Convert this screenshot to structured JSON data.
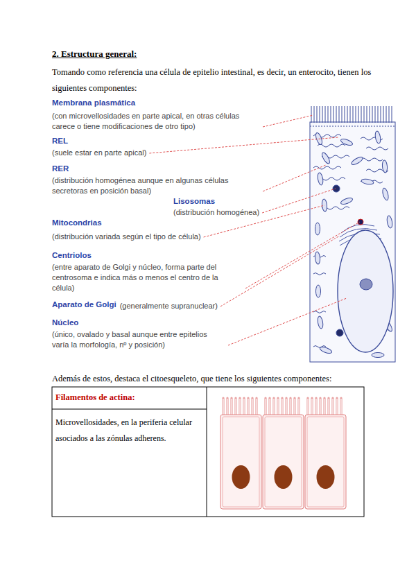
{
  "diagram": {
    "title": "2. Estructura general:",
    "labels": [
      "Tomando como referencia una célula de epitelio intestinal, es decir, un enterocito, tienen los siguientes componentes:",
      "Membrana plasmática",
      "(con microvellosidades en parte apical, en otras células carece o tiene modificaciones de otro tipo)",
      "REL",
      "(suele estar en parte apical)",
      "RER",
      "(distribución homogénea aunque en algunas células secretoras en posición basal)",
      "Lisosomas",
      "(distribución homogénea)",
      "Mitocondrias",
      "(distribución variada según el tipo de célula)",
      "Centriolos",
      "(entre aparato de Golgi y núcleo, forma parte del centrosoma e indica más o menos el centro de la célula)",
      "Aparato de Golgi",
      "(generalmente supranuclear)",
      "Núcleo",
      "(único, ovalado y basal aunque entre epitelios varía la morfología, nº y posición)",
      "Además de estos, destaca el citoesqueleto, que tiene los siguientes componentes:",
      "Filamentos de actina:",
      "Microvellosidades, en la periferia celular asociados a las zónulas adherens."
    ]
  }
}
